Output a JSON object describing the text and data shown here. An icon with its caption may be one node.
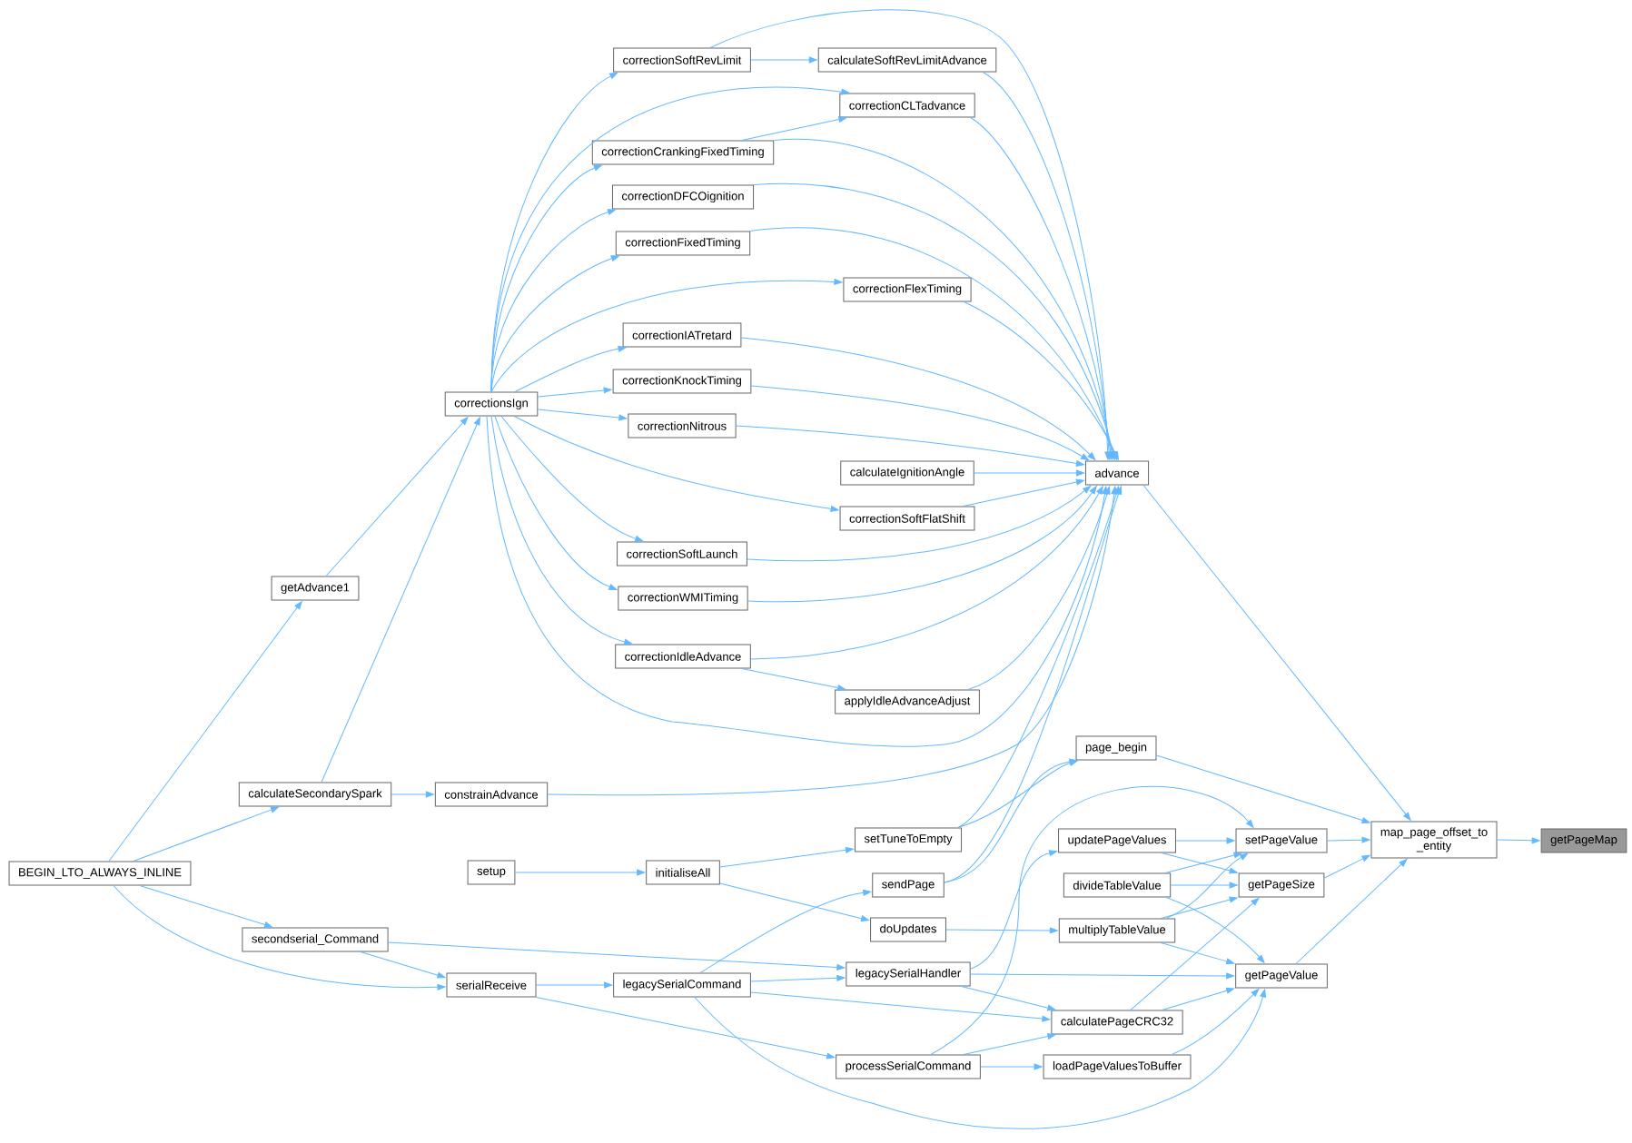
{
  "diagram": {
    "nodes": [
      {
        "text": [
          "correctionSoftRevLimit"
        ]
      },
      {
        "text": [
          "calculateSoftRevLimitAdvance"
        ]
      },
      {
        "text": [
          "correctionCLTadvance"
        ]
      },
      {
        "text": [
          "correctionCrankingFixedTiming"
        ]
      },
      {
        "text": [
          "correctionDFCOignition"
        ]
      },
      {
        "text": [
          "correctionFixedTiming"
        ]
      },
      {
        "text": [
          "correctionFlexTiming"
        ]
      },
      {
        "text": [
          "correctionIATretard"
        ]
      },
      {
        "text": [
          "correctionsIgn"
        ]
      },
      {
        "text": [
          "correctionKnockTiming"
        ]
      },
      {
        "text": [
          "correctionNitrous"
        ]
      },
      {
        "text": [
          "calculateIgnitionAngle"
        ]
      },
      {
        "text": [
          "advance"
        ]
      },
      {
        "text": [
          "correctionSoftFlatShift"
        ]
      },
      {
        "text": [
          "correctionSoftLaunch"
        ]
      },
      {
        "text": [
          "getAdvance1"
        ]
      },
      {
        "text": [
          "correctionWMITiming"
        ]
      },
      {
        "text": [
          "correctionIdleAdvance"
        ]
      },
      {
        "text": [
          "applyIdleAdvanceAdjust"
        ]
      },
      {
        "text": [
          "page_begin"
        ]
      },
      {
        "text": [
          "calculateSecondarySpark"
        ]
      },
      {
        "text": [
          "constrainAdvance"
        ]
      },
      {
        "text": [
          "map_page_offset_to _entity"
        ]
      },
      {
        "text": [
          "getPageMap"
        ]
      },
      {
        "text": [
          "setTuneToEmpty"
        ]
      },
      {
        "text": [
          "updatePageValues"
        ]
      },
      {
        "text": [
          "setPageValue"
        ]
      },
      {
        "text": [
          "BEGIN_LTO_ALWAYS_INLINE"
        ]
      },
      {
        "text": [
          "setup"
        ]
      },
      {
        "text": [
          "initialiseAll"
        ]
      },
      {
        "text": [
          "sendPage"
        ]
      },
      {
        "text": [
          "divideTableValue"
        ]
      },
      {
        "text": [
          "getPageSize"
        ]
      },
      {
        "text": [
          "doUpdates"
        ]
      },
      {
        "text": [
          "multiplyTableValue"
        ]
      },
      {
        "text": [
          "secondserial_Command"
        ]
      },
      {
        "text": [
          "legacySerialHandler"
        ]
      },
      {
        "text": [
          "getPageValue"
        ]
      },
      {
        "text": [
          "serialReceive"
        ]
      },
      {
        "text": [
          "legacySerialCommand"
        ]
      },
      {
        "text": [
          "calculatePageCRC32"
        ]
      },
      {
        "text": [
          "processSerialCommand"
        ]
      },
      {
        "text": [
          "loadPageValuesToBuffer"
        ]
      }
    ],
    "edges": [
      {
        "from": 0,
        "to": 1,
        "arrow": "to"
      },
      {
        "from": 0,
        "to": 12,
        "arrow": "to"
      },
      {
        "from": 1,
        "to": 12,
        "arrow": "to"
      },
      {
        "from": 8,
        "to": 2,
        "arrow": "to"
      },
      {
        "from": 3,
        "to": 2,
        "arrow": "to"
      },
      {
        "from": 2,
        "to": 12,
        "arrow": "to"
      },
      {
        "from": 8,
        "to": 0,
        "arrow": "to"
      },
      {
        "from": 8,
        "to": 3,
        "arrow": "to"
      },
      {
        "from": 3,
        "to": 12,
        "arrow": "to"
      },
      {
        "from": 8,
        "to": 4,
        "arrow": "to"
      },
      {
        "from": 4,
        "to": 12,
        "arrow": "to"
      },
      {
        "from": 8,
        "to": 5,
        "arrow": "to"
      },
      {
        "from": 5,
        "to": 12,
        "arrow": "to"
      },
      {
        "from": 8,
        "to": 6,
        "arrow": "to"
      },
      {
        "from": 6,
        "to": 12,
        "arrow": "to"
      },
      {
        "from": 8,
        "to": 7,
        "arrow": "to"
      },
      {
        "from": 7,
        "to": 12,
        "arrow": "to"
      },
      {
        "from": 8,
        "to": 9,
        "arrow": "to"
      },
      {
        "from": 9,
        "to": 12,
        "arrow": "to"
      },
      {
        "from": 8,
        "to": 10,
        "arrow": "to"
      },
      {
        "from": 10,
        "to": 12,
        "arrow": "to"
      },
      {
        "from": 11,
        "to": 12,
        "arrow": "to"
      },
      {
        "from": 8,
        "to": 13,
        "arrow": "to"
      },
      {
        "from": 13,
        "to": 12,
        "arrow": "to"
      },
      {
        "from": 8,
        "to": 14,
        "arrow": "to"
      },
      {
        "from": 14,
        "to": 12,
        "arrow": "to"
      },
      {
        "from": 8,
        "to": 16,
        "arrow": "to"
      },
      {
        "from": 16,
        "to": 12,
        "arrow": "to"
      },
      {
        "from": 8,
        "to": 17,
        "arrow": "to"
      },
      {
        "from": 17,
        "to": 12,
        "arrow": "to"
      },
      {
        "from": 17,
        "to": 18,
        "arrow": "to"
      },
      {
        "from": 18,
        "to": 12,
        "arrow": "to"
      },
      {
        "from": 8,
        "to": 12,
        "arrow": "to"
      },
      {
        "from": 15,
        "to": 8,
        "arrow": "to"
      },
      {
        "from": 20,
        "to": 8,
        "arrow": "to"
      },
      {
        "from": 27,
        "to": 15,
        "arrow": "to"
      },
      {
        "from": 27,
        "to": 20,
        "arrow": "to"
      },
      {
        "from": 20,
        "to": 21,
        "arrow": "to"
      },
      {
        "from": 21,
        "to": 12,
        "arrow": "to"
      },
      {
        "from": 12,
        "to": 22,
        "arrow": "to"
      },
      {
        "from": 19,
        "to": 22,
        "arrow": "to"
      },
      {
        "from": 24,
        "to": 19,
        "arrow": "to"
      },
      {
        "from": 24,
        "to": 12,
        "arrow": "to"
      },
      {
        "from": 30,
        "to": 19,
        "arrow": "to"
      },
      {
        "from": 30,
        "to": 12,
        "arrow": "to"
      },
      {
        "from": 22,
        "to": 23,
        "arrow": "to"
      },
      {
        "from": 26,
        "to": 22,
        "arrow": "to"
      },
      {
        "from": 32,
        "to": 22,
        "arrow": "to"
      },
      {
        "from": 37,
        "to": 22,
        "arrow": "to"
      },
      {
        "from": 25,
        "to": 26,
        "arrow": "to"
      },
      {
        "from": 25,
        "to": 32,
        "arrow": "to"
      },
      {
        "from": 31,
        "to": 26,
        "arrow": "to"
      },
      {
        "from": 31,
        "to": 32,
        "arrow": "to"
      },
      {
        "from": 31,
        "to": 37,
        "arrow": "to"
      },
      {
        "from": 34,
        "to": 26,
        "arrow": "to"
      },
      {
        "from": 34,
        "to": 32,
        "arrow": "to"
      },
      {
        "from": 34,
        "to": 37,
        "arrow": "to"
      },
      {
        "from": 40,
        "to": 32,
        "arrow": "to"
      },
      {
        "from": 40,
        "to": 37,
        "arrow": "to"
      },
      {
        "from": 42,
        "to": 37,
        "arrow": "to"
      },
      {
        "from": 36,
        "to": 25,
        "arrow": "to"
      },
      {
        "from": 36,
        "to": 37,
        "arrow": "to"
      },
      {
        "from": 36,
        "to": 40,
        "arrow": "to"
      },
      {
        "from": 41,
        "to": 26,
        "arrow": "to"
      },
      {
        "from": 41,
        "to": 40,
        "arrow": "to"
      },
      {
        "from": 41,
        "to": 42,
        "arrow": "to"
      },
      {
        "from": 39,
        "to": 36,
        "arrow": "to"
      },
      {
        "from": 39,
        "to": 40,
        "arrow": "to"
      },
      {
        "from": 39,
        "to": 37,
        "arrow": "to"
      },
      {
        "from": 39,
        "to": 30,
        "arrow": "to"
      },
      {
        "from": 38,
        "to": 39,
        "arrow": "to"
      },
      {
        "from": 38,
        "to": 41,
        "arrow": "to"
      },
      {
        "from": 35,
        "to": 38,
        "arrow": "to"
      },
      {
        "from": 35,
        "to": 36,
        "arrow": "to"
      },
      {
        "from": 27,
        "to": 35,
        "arrow": "to"
      },
      {
        "from": 27,
        "to": 38,
        "arrow": "to"
      },
      {
        "from": 28,
        "to": 29,
        "arrow": "to"
      },
      {
        "from": 29,
        "to": 24,
        "arrow": "to"
      },
      {
        "from": 29,
        "to": 33,
        "arrow": "to"
      },
      {
        "from": 33,
        "to": 34,
        "arrow": "to"
      }
    ]
  }
}
